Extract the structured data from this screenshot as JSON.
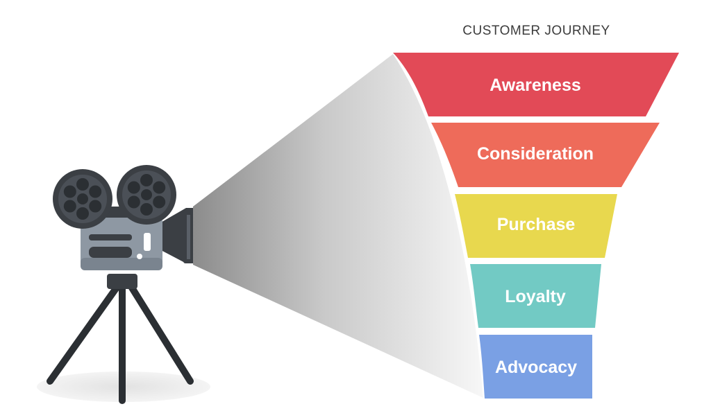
{
  "title": "CUSTOMER JOURNEY",
  "stages": [
    {
      "label": "Awareness",
      "color": "#E24A57"
    },
    {
      "label": "Consideration",
      "color": "#EE6B5A"
    },
    {
      "label": "Purchase",
      "color": "#E8D84E"
    },
    {
      "label": "Loyalty",
      "color": "#72CAC4"
    },
    {
      "label": "Advocacy",
      "color": "#7AA0E4"
    }
  ],
  "camera": {
    "body_color": "#8E98A3",
    "dark_color": "#3B3F44",
    "tripod_color": "#2B2F33"
  }
}
